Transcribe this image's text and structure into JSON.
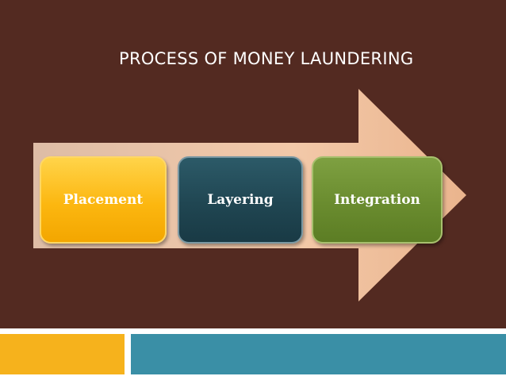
{
  "slide": {
    "title": "PROCESS OF MONEY LAUNDERING",
    "steps": [
      {
        "label": "Placement"
      },
      {
        "label": "Layering"
      },
      {
        "label": "Integration"
      }
    ]
  },
  "colors": {
    "background": "#532a21",
    "arrow": "#f4cdb0",
    "placement": "#fcb710",
    "layering": "#204652",
    "integration": "#6a8c2f",
    "footer_left": "#f6b21c",
    "footer_right": "#3a8fa6"
  }
}
